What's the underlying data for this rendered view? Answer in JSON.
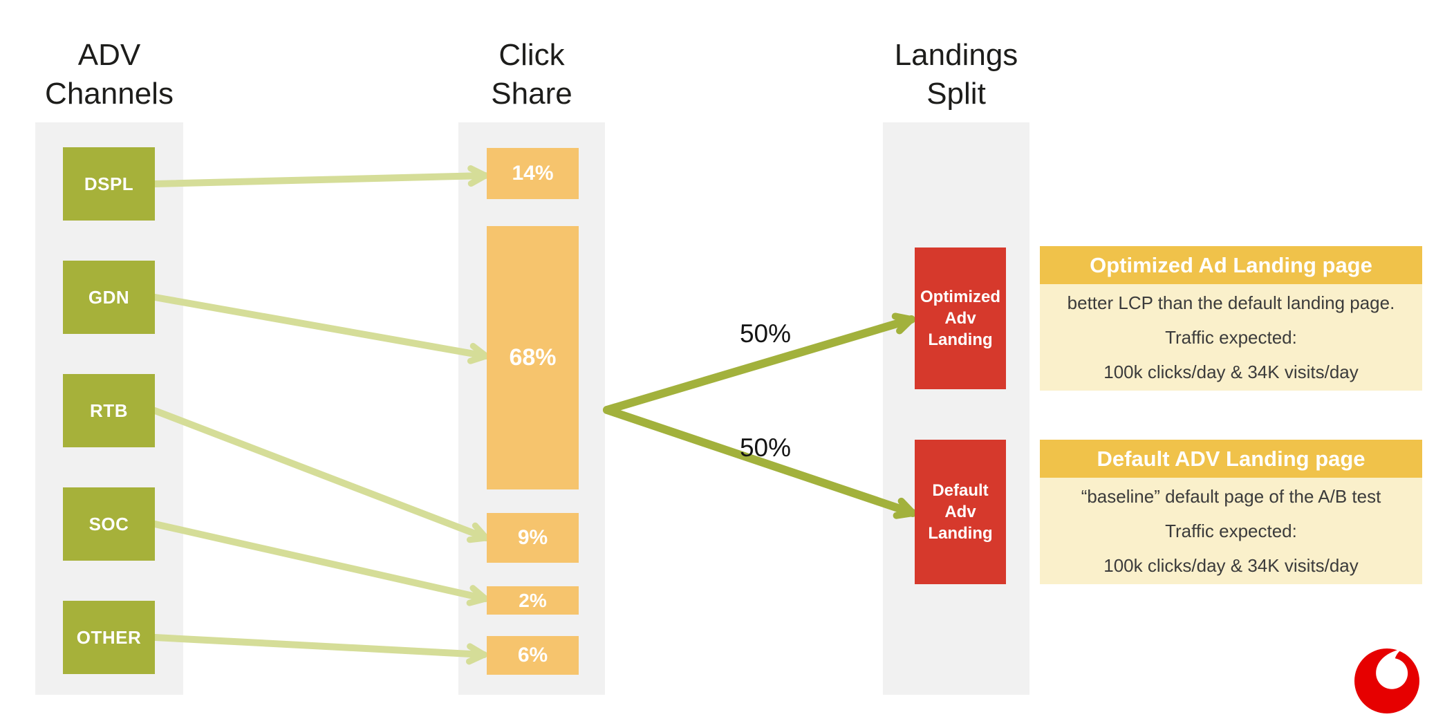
{
  "columns": {
    "channels": {
      "title_line1": "ADV",
      "title_line2": "Channels",
      "items": [
        {
          "label": "DSPL"
        },
        {
          "label": "GDN"
        },
        {
          "label": "RTB"
        },
        {
          "label": "SOC"
        },
        {
          "label": "OTHER"
        }
      ]
    },
    "click_share": {
      "title_line1": "Click",
      "title_line2": "Share",
      "items": [
        {
          "label": "14%"
        },
        {
          "label": "68%"
        },
        {
          "label": "9%"
        },
        {
          "label": "2%"
        },
        {
          "label": "6%"
        }
      ]
    },
    "landings": {
      "title_line1": "Landings",
      "title_line2": "Split",
      "items": [
        {
          "line1": "Optimized",
          "line2": "Adv",
          "line3": "Landing"
        },
        {
          "line1": "Default",
          "line2": "Adv",
          "line3": "Landing"
        }
      ]
    }
  },
  "flows": [
    {
      "from": "DSPL",
      "to": "14%"
    },
    {
      "from": "GDN",
      "to": "68%"
    },
    {
      "from": "RTB",
      "to": "9%"
    },
    {
      "from": "SOC",
      "to": "2%"
    },
    {
      "from": "OTHER",
      "to": "6%"
    }
  ],
  "split": {
    "source": "68%",
    "top_label": "50%",
    "bottom_label": "50%",
    "targets": [
      "Optimized Adv Landing",
      "Default Adv Landing"
    ]
  },
  "cards": [
    {
      "title": "Optimized Ad Landing page",
      "line1": "better LCP than the default landing page.",
      "line2": "Traffic expected:",
      "line3": "100k clicks/day  & 34K visits/day"
    },
    {
      "title": "Default ADV Landing page",
      "line1": "“baseline” default page of the A/B test",
      "line2": "Traffic expected:",
      "line3": "100k clicks/day  & 34K visits/day"
    }
  ],
  "logo": {
    "name": "vodafone-speechmark",
    "color": "#e60000"
  },
  "colors": {
    "column_bg": "#f1f1f1",
    "channel_green": "#a6b13a",
    "share_orange": "#f6c46d",
    "landing_red": "#d6392c",
    "card_gold": "#f0c24a",
    "card_cream": "#faf0cb",
    "arrow_pale": "#d5dd98",
    "arrow_dark": "#a2b13c",
    "text_dark": "#1d1d1b"
  }
}
